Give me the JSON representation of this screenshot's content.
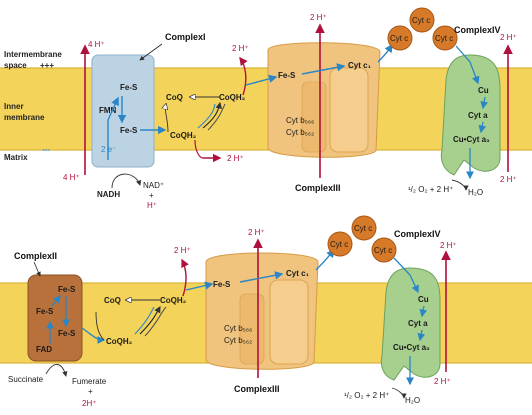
{
  "side_labels": {
    "intermembrane": "Intermembrane",
    "space": "space",
    "plus": "+++",
    "inner": "Inner",
    "membrane": "membrane",
    "matrix": "Matrix",
    "minus": "---"
  },
  "top": {
    "complex1": "ComplexI",
    "complex3": "ComplexIII",
    "complex4": "ComplexIV",
    "h4_up": "4 H⁺",
    "h4_down": "4 H⁺",
    "h2_coq": "2 H⁺",
    "h2_c3": "2 H⁺",
    "h2_matrix": "2 H⁺",
    "h2_c4_top": "2 H⁺",
    "h2_c4_bottom": "2 H⁺",
    "h2_c4_reaction": "2 H⁺",
    "fes1": "Fe-S",
    "fmn": "FMN",
    "fes2": "Fe-S",
    "e2": "2 e⁻",
    "coq": "CoQ",
    "coqh2_a": "CoQH₂",
    "coqh2_b": "CoQH₂",
    "fes3": "Fe-S",
    "cytc1": "Cyt c₁",
    "cytb566": "Cyt b₅₆₆",
    "cytb562": "Cyt b₅₆₂",
    "cytc_a": "Cyt c",
    "cytc_b": "Cyt c",
    "cytc_c": "Cyt c",
    "cu": "Cu",
    "cyta": "Cyt a",
    "cua3": "Cu•Cyt a₃",
    "nadh": "NADH",
    "nad": "NAD⁺",
    "plus": "+",
    "hplus": "H⁺",
    "half_o2": "¹/₂ O₂ + 2 H⁺",
    "h2o": "H₂O"
  },
  "bottom": {
    "complex2": "ComplexII",
    "complex3": "ComplexIII",
    "complex4": "ComplexIV",
    "fes1": "Fe-S",
    "fes2": "Fe-S",
    "fes3": "Fe-S",
    "fad": "FAD",
    "coq": "CoQ",
    "coqh2_a": "CoQH₂",
    "coqh2_b": "CoQH₂",
    "fes4": "Fe-S",
    "cytc1": "Cyt c₁",
    "cytb566": "Cyt b₅₆₆",
    "cytb562": "Cyt b₅₆₂",
    "cytc_a": "Cyt c",
    "cytc_b": "Cyt c",
    "cytc_c": "Cyt c",
    "cu": "Cu",
    "cyta": "Cyt a",
    "cua3": "Cu•Cyt a₃",
    "h2_coq": "2 H⁺",
    "h2_c3": "2 H⁺",
    "h2_c4_top": "2 H⁺",
    "h2_c4_bottom": "2 H⁺",
    "succinate": "Succinate",
    "fumerate": "Fumerate",
    "plus": "+",
    "h2plus": "2H⁺",
    "half_o2": "¹/₂ O₂ + 2 H⁺",
    "h2o": "H₂O"
  },
  "colors": {
    "membrane": "#f4d35a",
    "membrane_edge": "#d9b43c",
    "complex1": "#bcd3e4",
    "complex2": "#b8713a",
    "complex3": "#f0c37e",
    "complex4": "#a7cf8e",
    "cyt_c": "#d67a2a",
    "proton": "#b0103c",
    "electron": "#2a86c6"
  }
}
